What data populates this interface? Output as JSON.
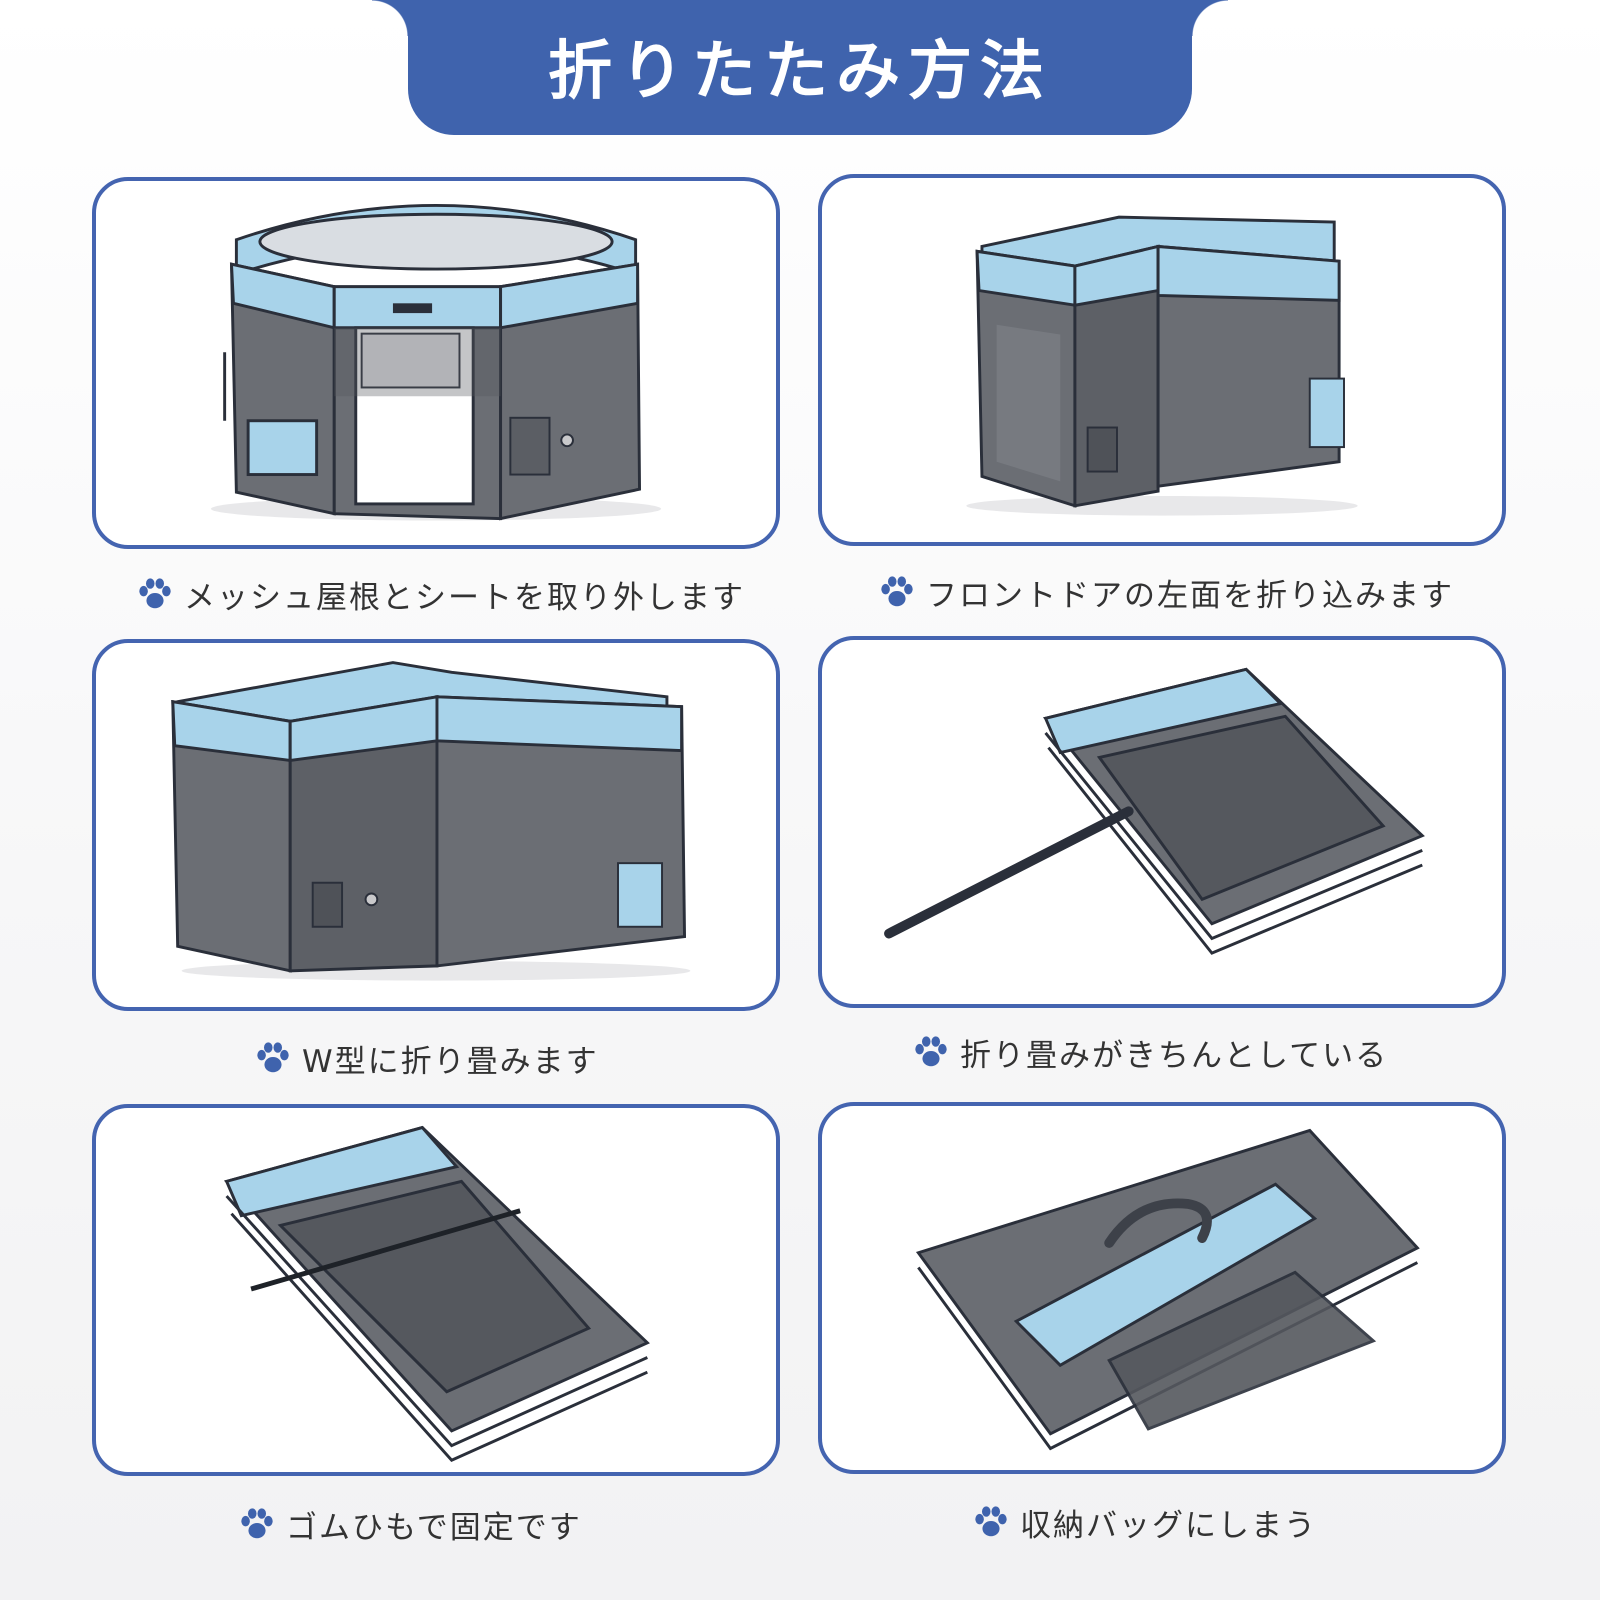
{
  "header": {
    "title": "折りたたみ方法"
  },
  "colors": {
    "accent": "#3f63ad",
    "card_border": "#4464b0",
    "paw": "#3f63ad",
    "fabric_blue": "#a8d3ea",
    "fabric_gray": "#6a6d73"
  },
  "icons": {
    "step_marker": "paw-icon"
  },
  "steps": [
    {
      "caption": "メッシュ屋根とシートを取り外します"
    },
    {
      "caption": "フロントドアの左面を折り込みます"
    },
    {
      "caption": "W型に折り畳みます"
    },
    {
      "caption": "折り畳みがきちんとしている"
    },
    {
      "caption": "ゴムひもで固定です"
    },
    {
      "caption": "収納バッグにしまう"
    }
  ]
}
